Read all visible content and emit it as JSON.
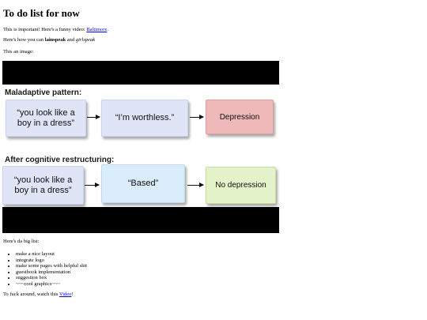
{
  "page": {
    "title": "To do list for now",
    "important_prefix": "This is important! Here's a funny video: ",
    "important_link": "Baltimore",
    "important_suffix": ".",
    "howto_prefix": "Here's how you can ",
    "howto_bold": "lainspeak",
    "howto_middle": " and ",
    "howto_italic": "girlspeak",
    "image_label": "This an image:",
    "list_intro": "Here's da big list:",
    "list_items": [
      "make a nice layout",
      "integrate logo",
      "make some pages with helpful shit",
      "guestbook implementation",
      "suggestion box",
      "~~~cool graphics~~~"
    ],
    "footer_prefix": "To fuck around, watch this ",
    "footer_link": "Video",
    "footer_suffix": "!"
  },
  "figure": {
    "top_heading": "Maladaptive pattern:",
    "top_box1_line1": "“you look like a",
    "top_box1_line2": "boy in a dress”",
    "top_box2": "“I’m worthless.”",
    "top_box3": "Depression",
    "bottom_heading": "After cognitive restructuring:",
    "bottom_box1_line1": "“you look like a",
    "bottom_box1_line2": "boy in a dress”",
    "bottom_box2": "“Based”",
    "bottom_box3": "No depression",
    "colors": {
      "box_blue": "#dfe5f7",
      "box_lightblue": "#d8edf9",
      "box_red": "#efb9b9",
      "box_green": "#e4f2c9"
    }
  }
}
